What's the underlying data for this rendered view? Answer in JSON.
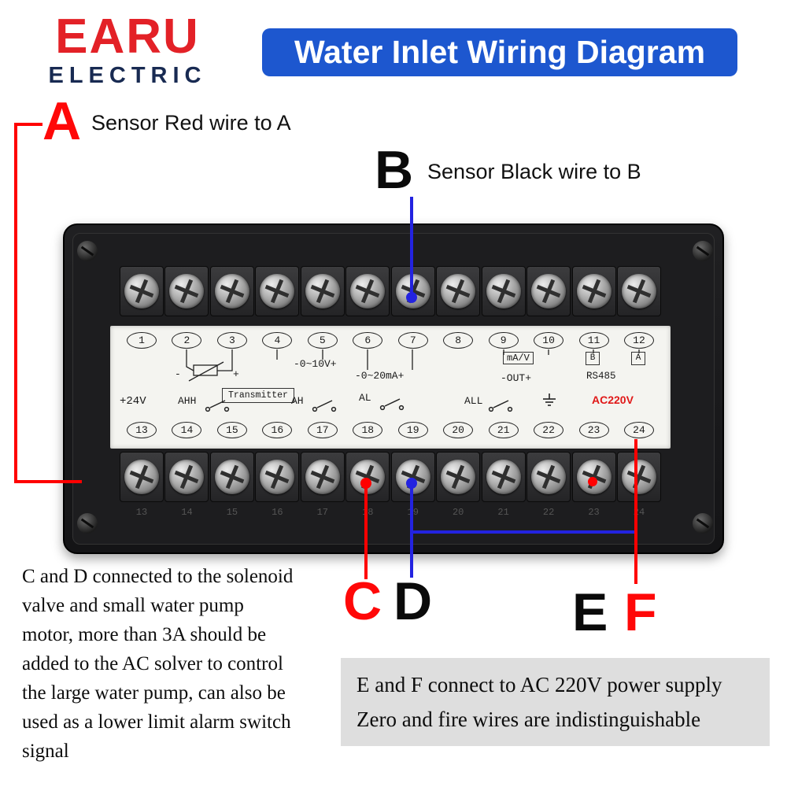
{
  "brand": {
    "name": "EARU",
    "subtitle": "ELECTRIC"
  },
  "banner": {
    "title": "Water Inlet Wiring Diagram"
  },
  "callouts": {
    "a": {
      "letter": "A",
      "label": "Sensor Red wire to A"
    },
    "b": {
      "letter": "B",
      "label": "Sensor Black wire to B"
    },
    "c": {
      "letter": "C"
    },
    "d": {
      "letter": "D"
    },
    "e": {
      "letter": "E"
    },
    "f": {
      "letter": "F"
    }
  },
  "device": {
    "top_terminals": [
      "1",
      "2",
      "3",
      "4",
      "5",
      "6",
      "7",
      "8",
      "9",
      "10",
      "11",
      "12"
    ],
    "bottom_terminals": [
      "13",
      "14",
      "15",
      "16",
      "17",
      "18",
      "19",
      "20",
      "21",
      "22",
      "23",
      "24"
    ],
    "panel": {
      "sensor_minus": "-",
      "sensor_plus": "+",
      "voltage_range": "-0~10V+",
      "current_range": "-0~20mA+",
      "ma_v": "mA/V",
      "out": "-OUT+",
      "rs485_b": "B",
      "rs485_a": "A",
      "rs485": "RS485",
      "power_24v": "+24V",
      "ahh": "AHH",
      "transmitter": "Transmitter",
      "ah": "AH",
      "al": "AL",
      "all": "ALL",
      "ac220v": "AC220V"
    },
    "icons": {
      "thermistor": "thermistor-symbol",
      "relay_contact": "switch-contact-symbol",
      "ground": "earth-ground-symbol"
    }
  },
  "notes": {
    "left_lines": [
      "C and D connected to the solenoid",
      "valve and small water pump",
      "motor, more than 3A should be",
      "added to the AC solver to control",
      "the large water pump, can also be",
      "used as a lower limit alarm switch",
      "signal"
    ],
    "right_lines": [
      "E and F connect to AC 220V power supply",
      "Zero and fire wires are indistinguishable"
    ]
  },
  "colors": {
    "brand_red": "#e32127",
    "brand_navy": "#182a52",
    "banner_blue": "#1d57cf",
    "wire_red": "#ff0000",
    "wire_blue": "#2323e0",
    "ac220v_red": "#e01818"
  }
}
